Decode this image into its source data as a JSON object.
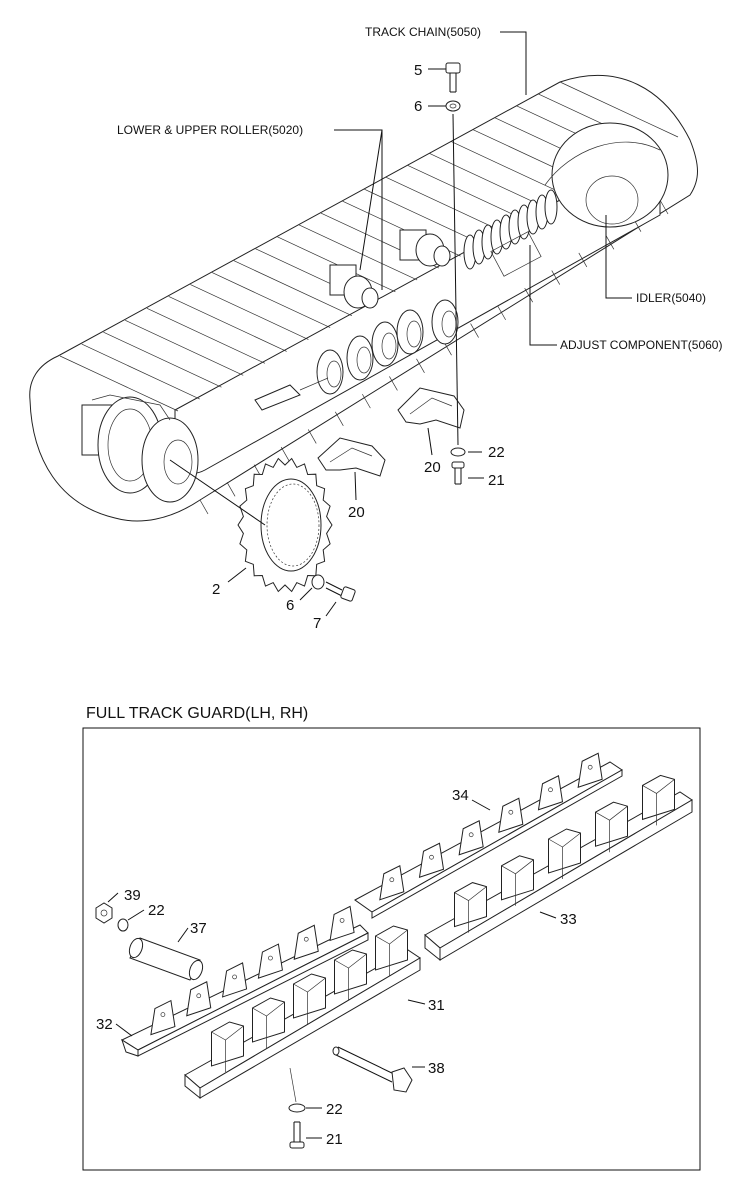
{
  "labels": {
    "track_chain": "TRACK CHAIN(5050)",
    "lower_upper_roller": "LOWER & UPPER ROLLER(5020)",
    "idler": "IDLER(5040)",
    "adjust_component": "ADJUST COMPONENT(5060)",
    "full_track_guard": "FULL TRACK GUARD(LH, RH)"
  },
  "callouts": {
    "p5": "5",
    "p6_top": "6",
    "p22_top": "22",
    "p21_top": "21",
    "p20_left": "20",
    "p20_right": "20",
    "p2": "2",
    "p6_bottom": "6",
    "p7": "7",
    "p34": "34",
    "p39": "39",
    "p22_guard_top": "22",
    "p37": "37",
    "p33": "33",
    "p31": "31",
    "p32": "32",
    "p38": "38",
    "p22_guard_bottom": "22",
    "p21_guard": "21"
  }
}
